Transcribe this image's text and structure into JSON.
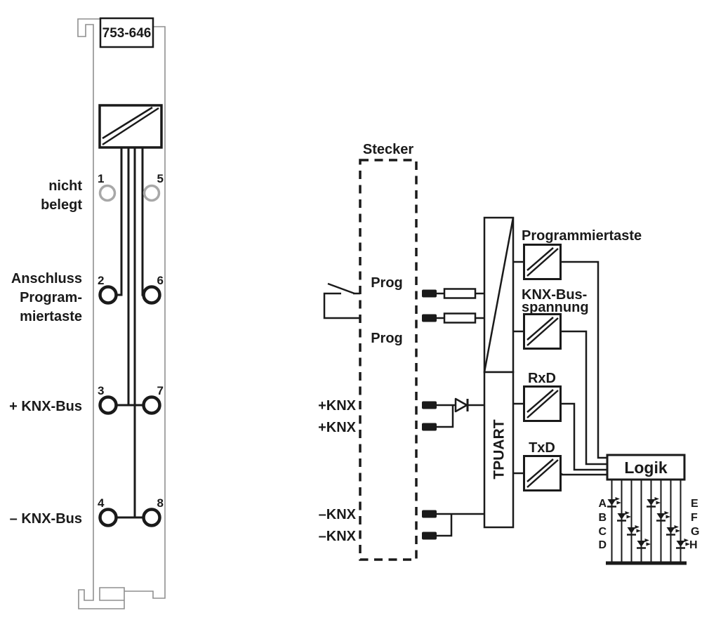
{
  "module": {
    "part_number": "753-646",
    "side_labels": {
      "line1": "nicht",
      "line2": "belegt",
      "line3": "Anschluss",
      "line4": "Program-",
      "line5": "miertaste",
      "knx_plus": "+ KNX-Bus",
      "knx_minus": "– KNX-Bus"
    },
    "terminal_numbers": {
      "t1": "1",
      "t2": "2",
      "t3": "3",
      "t4": "4",
      "t5": "5",
      "t6": "6",
      "t7": "7",
      "t8": "8"
    }
  },
  "schematic": {
    "connector_label": "Stecker",
    "prog_top": "Prog",
    "prog_bottom": "Prog",
    "knx_plus_1": "+KNX",
    "knx_plus_2": "+KNX",
    "knx_minus_1": "–KNX",
    "knx_minus_2": "–KNX",
    "tpuart_label": "TPUART",
    "logic_label": "Logik",
    "opto": {
      "prog_button": "Programmiertaste",
      "bus_voltage_line1": "KNX-Bus-",
      "bus_voltage_line2": "spannung",
      "rxd": "RxD",
      "txd": "TxD"
    },
    "led_labels": {
      "a": "A",
      "b": "B",
      "c": "C",
      "d": "D",
      "e": "E",
      "f": "F",
      "g": "G",
      "h": "H"
    }
  },
  "colors": {
    "ink": "#1a1a1a",
    "module_outline": "#8f8f8f",
    "unused_terminal": "#a8a8a8",
    "background": "#ffffff"
  }
}
